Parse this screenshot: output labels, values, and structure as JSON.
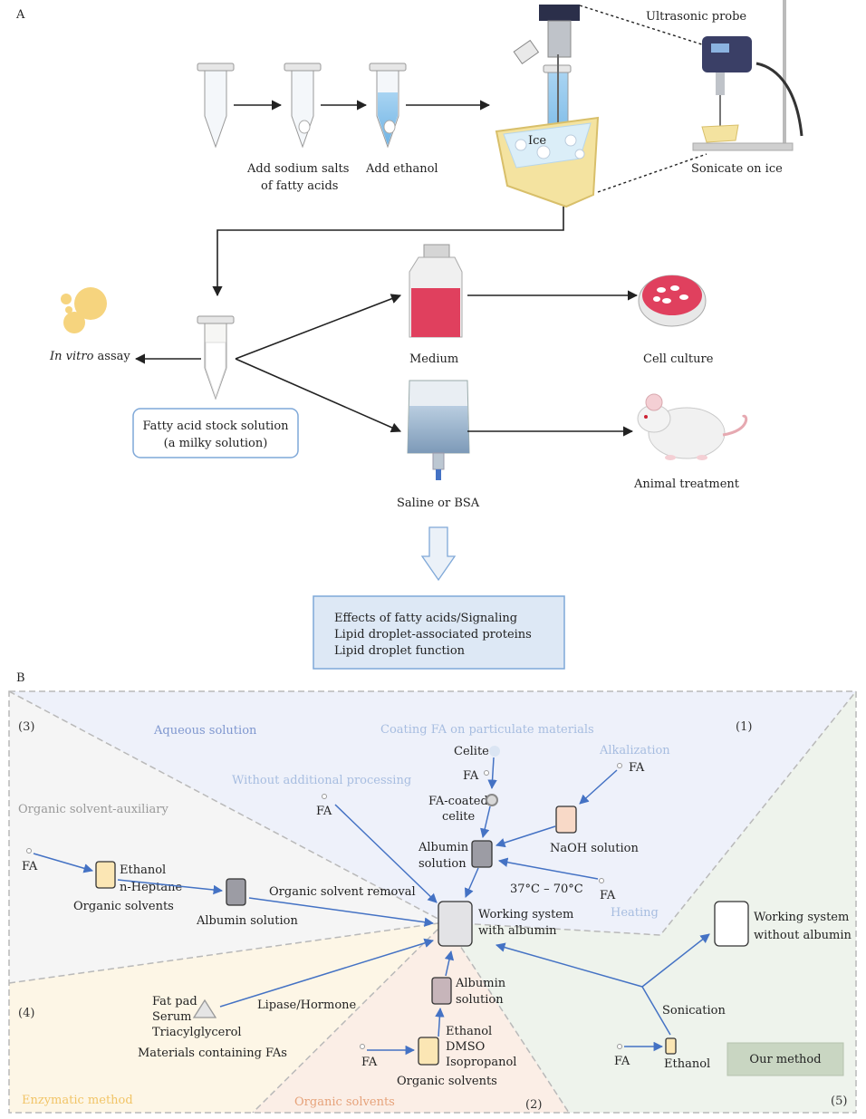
{
  "panelA": {
    "label": "A",
    "ultrasonic_probe": "Ultrasonic probe",
    "ice": "Ice",
    "add_sodium_line1": "Add sodium salts",
    "add_sodium_line2": "of fatty acids",
    "add_ethanol": "Add ethanol",
    "sonicate": "Sonicate on ice",
    "in_vitro_italic": "In vitro",
    "in_vitro_rest": " assay",
    "stock_line1": "Fatty acid stock solution",
    "stock_line2": "(a milky solution)",
    "medium": "Medium",
    "cell_culture": "Cell culture",
    "saline": "Saline or BSA",
    "animal": "Animal treatment",
    "effects": [
      "Effects of fatty acids/Signaling",
      "Lipid droplet-associated proteins",
      "Lipid droplet function"
    ]
  },
  "panelB": {
    "label": "B",
    "n3": "(3)",
    "n1": "(1)",
    "n4": "(4)",
    "n2": "(2)",
    "n5": "(5)",
    "aqueous": "Aqueous solution",
    "coating": "Coating FA on particulate materials",
    "alkalization": "Alkalization",
    "without_processing": "Without additional processing",
    "organic_aux": "Organic solvent-auxiliary",
    "celite": "Celite",
    "fa": "FA",
    "fa_coated_1": "FA-coated",
    "fa_coated_2": "celite",
    "albumin_sol_1": "Albumin",
    "albumin_sol_2": "solution",
    "naoh": "NaOH solution",
    "temp": "37°C – 70°C",
    "heating": "Heating",
    "ethanol": "Ethanol",
    "heptane": "n-Heptane",
    "organic_solvents": "Organic solvents",
    "albumin_solution": "Albumin solution",
    "solvent_removal": "Organic solvent removal",
    "ws_albumin_1": "Working system",
    "ws_albumin_2": "with albumin",
    "ws_no_albumin_1": "Working system",
    "ws_no_albumin_2": "without albumin",
    "fat_pad": "Fat pad",
    "serum": "Serum",
    "tag": "Triacylglycerol",
    "lipase": "Lipase/Hormone",
    "materials": "Materials containing FAs",
    "dmso": "DMSO",
    "isopropanol": "Isopropanol",
    "sonication": "Sonication",
    "our_method": "Our method",
    "enzymatic": "Enzymatic method",
    "organic_solvents_region": "Organic solvents"
  },
  "colors": {
    "arrow_blue": "#4472c4",
    "region_aqueous": "#eef1fa",
    "region_aux": "#f5f5f5",
    "region_enzymatic": "#fdf6e6",
    "region_organic": "#fbeee6",
    "region_ours": "#eef3ec",
    "our_method_box": "#c9d6c2",
    "effects_box": "#dde8f5",
    "medium_pink": "#e0405e"
  }
}
